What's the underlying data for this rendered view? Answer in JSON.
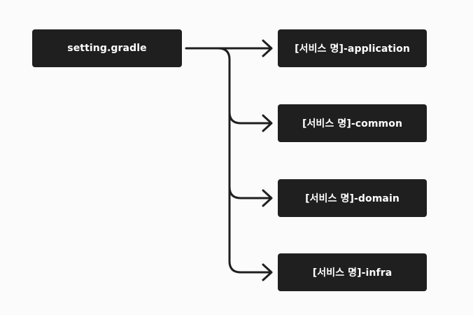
{
  "diagram": {
    "root": {
      "label": "setting.gradle"
    },
    "children": [
      {
        "label": "[서비스 명]-application"
      },
      {
        "label": "[서비스 명]-common"
      },
      {
        "label": "[서비스 명]-domain"
      },
      {
        "label": "[서비스 명]-infra"
      }
    ],
    "colors": {
      "background": "#fbfbfb",
      "node": "#1f1f1f",
      "node_text": "#ffffff",
      "connector": "#1f1f1f"
    }
  }
}
